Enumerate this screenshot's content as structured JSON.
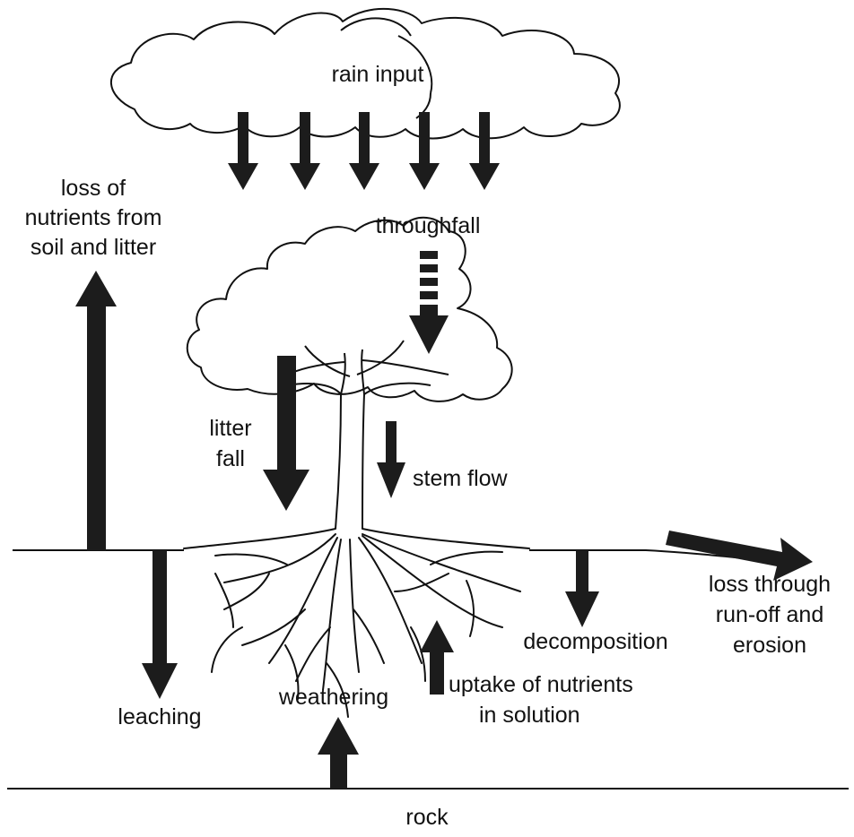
{
  "diagram": {
    "colors": {
      "ink": "#111111",
      "arrow": "#1c1c1c",
      "background": "#ffffff"
    },
    "labels": {
      "rain_input": "rain input",
      "loss_soil_1": "loss of",
      "loss_soil_2": "nutrients from",
      "loss_soil_3": "soil and litter",
      "throughfall": "throughfall",
      "litter_1": "litter",
      "litter_2": "fall",
      "stem_flow": "stem flow",
      "runoff_1": "loss through",
      "runoff_2": "run-off and",
      "runoff_3": "erosion",
      "decomposition": "decomposition",
      "leaching": "leaching",
      "weathering": "weathering",
      "uptake_1": "uptake of nutrients",
      "uptake_2": "in solution",
      "rock": "rock"
    },
    "icons": [
      "cloud-icon",
      "tree-icon",
      "roots-icon"
    ]
  }
}
